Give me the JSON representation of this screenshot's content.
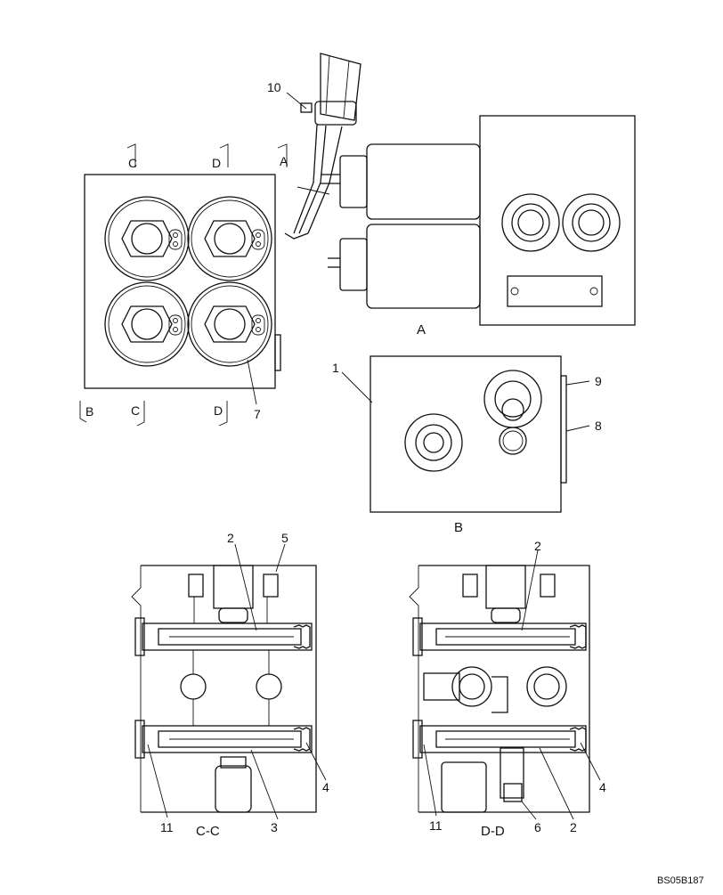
{
  "callouts": {
    "c1": "1",
    "c2a": "2",
    "c2b": "2",
    "c2c": "2",
    "c3": "3",
    "c4a": "4",
    "c4b": "4",
    "c5": "5",
    "c6": "6",
    "c7": "7",
    "c8": "8",
    "c9": "9",
    "c10": "10",
    "c11a": "11",
    "c11b": "11"
  },
  "section_marks": {
    "c_top": "C",
    "d_top": "D",
    "a_top": "A",
    "b_bot": "B",
    "c_bot": "C",
    "d_bot": "D"
  },
  "view_captions": {
    "view_a": "A",
    "view_b": "B",
    "section_cc": "C-C",
    "section_dd": "D-D"
  },
  "drawing_code": "BS05B187"
}
